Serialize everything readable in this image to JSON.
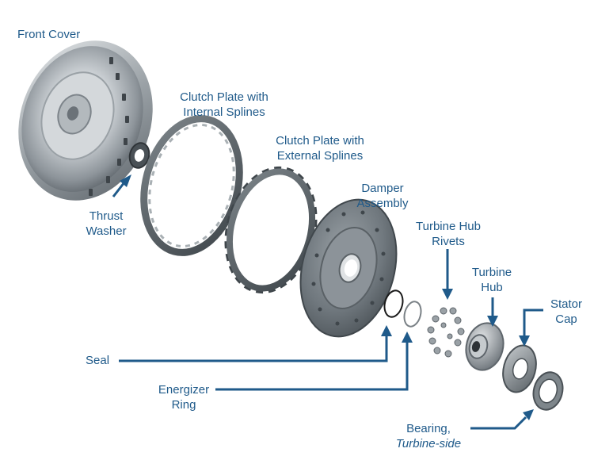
{
  "diagram": {
    "labels": {
      "front_cover": "Front Cover",
      "clutch_internal": [
        "Clutch Plate with",
        "Internal Splines"
      ],
      "clutch_external": [
        "Clutch Plate with",
        "External Splines"
      ],
      "thrust_washer": [
        "Thrust",
        "Washer"
      ],
      "damper_assembly": [
        "Damper",
        "Assembly"
      ],
      "turbine_hub_rivets": [
        "Turbine Hub",
        "Rivets"
      ],
      "turbine_hub": [
        "Turbine",
        "Hub"
      ],
      "stator_cap": [
        "Stator",
        "Cap"
      ],
      "seal": "Seal",
      "energizer_ring": [
        "Energizer",
        "Ring"
      ],
      "bearing": [
        "Bearing,",
        "Turbine-side"
      ]
    },
    "colors": {
      "label_text": "#1f5a8a",
      "leader_line": "#1f5a8a",
      "metal_light": "#d9dde0",
      "metal_dark": "#5f666c",
      "plate_dark": "#4c5459",
      "seal_black": "#1a1a1a"
    }
  }
}
